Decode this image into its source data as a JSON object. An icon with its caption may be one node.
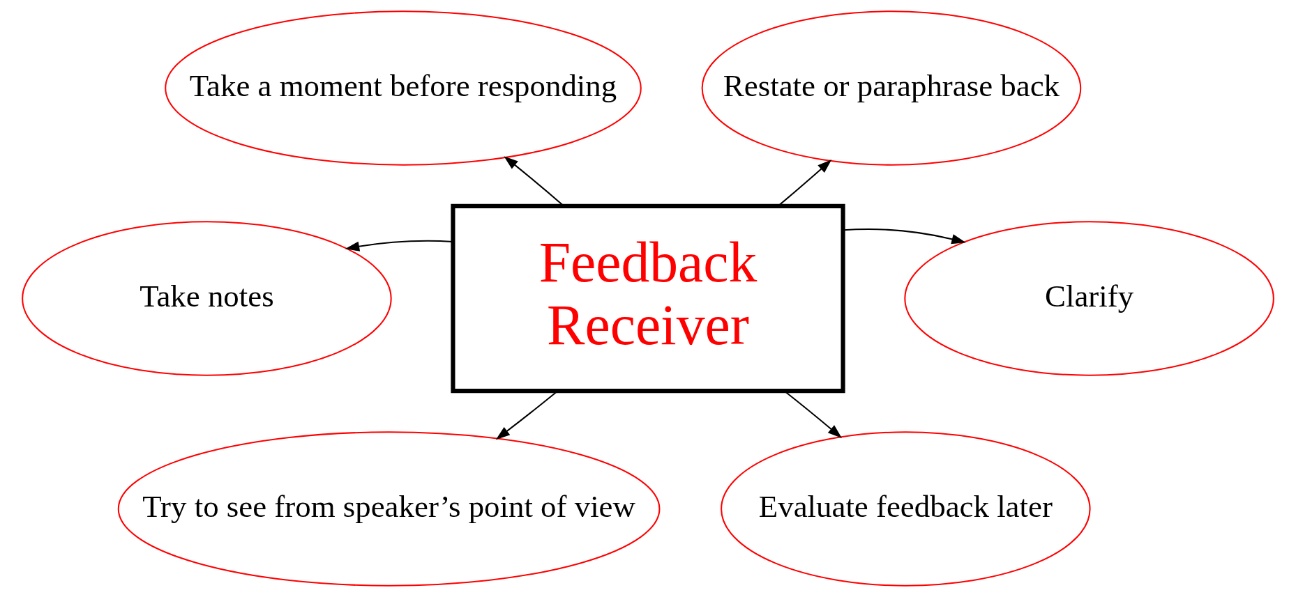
{
  "diagram": {
    "nodes": [
      {
        "text": [
          "Feedback Receiver"
        ]
      },
      {
        "text": [
          "Take a moment before responding"
        ]
      },
      {
        "text": [
          "Restate or paraphrase back"
        ]
      },
      {
        "text": [
          "Take notes"
        ]
      },
      {
        "text": [
          "Clarify"
        ]
      },
      {
        "text": [
          "Try to see from speaker’s point of view"
        ]
      },
      {
        "text": [
          "Evaluate feedback later"
        ]
      }
    ],
    "edges": [
      {
        "from": 0,
        "to": 1,
        "arrow": "to"
      },
      {
        "from": 0,
        "to": 2,
        "arrow": "to"
      },
      {
        "from": 0,
        "to": 3,
        "arrow": "to"
      },
      {
        "from": 0,
        "to": 4,
        "arrow": "to"
      },
      {
        "from": 0,
        "to": 5,
        "arrow": "to"
      },
      {
        "from": 0,
        "to": 6,
        "arrow": "to"
      }
    ]
  }
}
